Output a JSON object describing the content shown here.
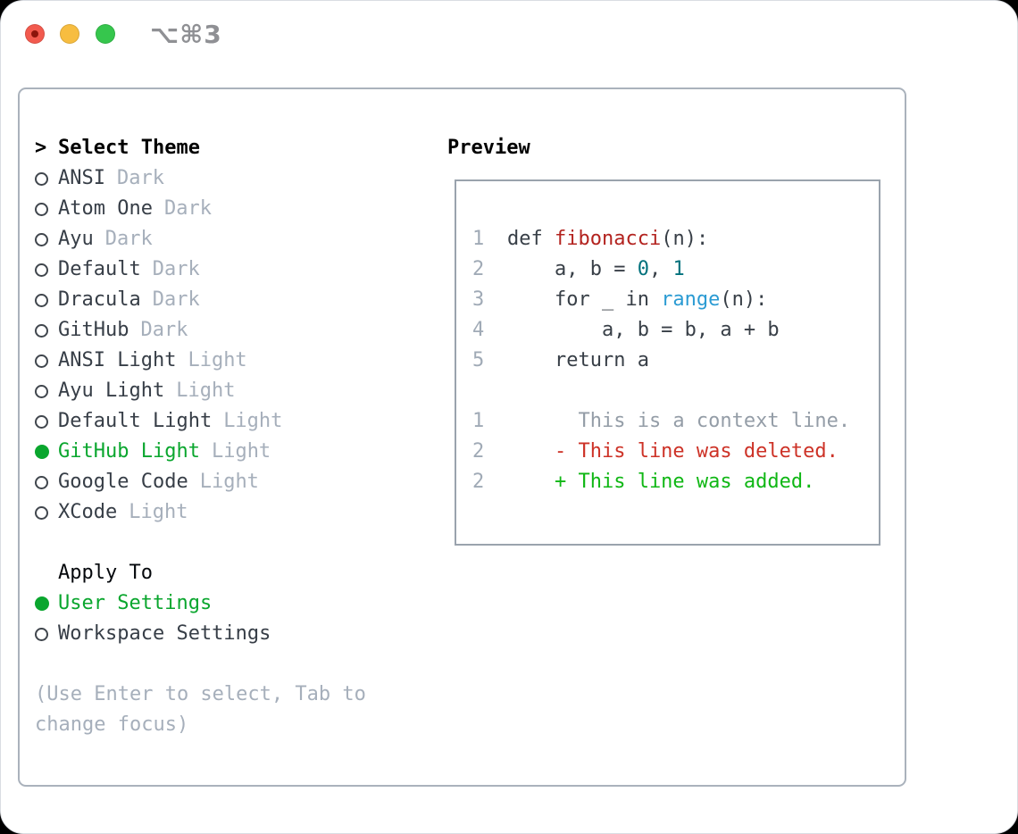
{
  "window": {
    "title": "⌥⌘3"
  },
  "left": {
    "marker": ">",
    "title": "Select Theme",
    "themes": [
      {
        "name": "ANSI",
        "variant": "Dark",
        "selected": false
      },
      {
        "name": "Atom One",
        "variant": "Dark",
        "selected": false
      },
      {
        "name": "Ayu",
        "variant": "Dark",
        "selected": false
      },
      {
        "name": "Default",
        "variant": "Dark",
        "selected": false
      },
      {
        "name": "Dracula",
        "variant": "Dark",
        "selected": false
      },
      {
        "name": "GitHub",
        "variant": "Dark",
        "selected": false
      },
      {
        "name": "ANSI Light",
        "variant": "Light",
        "selected": false
      },
      {
        "name": "Ayu Light",
        "variant": "Light",
        "selected": false
      },
      {
        "name": "Default Light",
        "variant": "Light",
        "selected": false
      },
      {
        "name": "GitHub Light",
        "variant": "Light",
        "selected": true
      },
      {
        "name": "Google Code",
        "variant": "Light",
        "selected": false
      },
      {
        "name": "XCode",
        "variant": "Light",
        "selected": false
      }
    ],
    "apply_title": "Apply To",
    "apply_options": [
      {
        "label": "User Settings",
        "selected": true
      },
      {
        "label": "Workspace Settings",
        "selected": false
      }
    ],
    "hint_line1": "(Use Enter to select, Tab to",
    "hint_line2": "change focus)"
  },
  "preview": {
    "title": "Preview",
    "lines": [
      {
        "num": "1",
        "tokens": [
          {
            "t": "def ",
            "c": "default"
          },
          {
            "t": "fibonacci",
            "c": "func"
          },
          {
            "t": "(n):",
            "c": "default"
          }
        ]
      },
      {
        "num": "2",
        "tokens": [
          {
            "t": "    a, b = ",
            "c": "default"
          },
          {
            "t": "0",
            "c": "num"
          },
          {
            "t": ", ",
            "c": "default"
          },
          {
            "t": "1",
            "c": "num"
          }
        ]
      },
      {
        "num": "3",
        "tokens": [
          {
            "t": "    for _ in ",
            "c": "default"
          },
          {
            "t": "range",
            "c": "builtin"
          },
          {
            "t": "(n):",
            "c": "default"
          }
        ]
      },
      {
        "num": "4",
        "tokens": [
          {
            "t": "        a, b = b, a + b",
            "c": "default"
          }
        ]
      },
      {
        "num": "5",
        "tokens": [
          {
            "t": "    return a",
            "c": "default"
          }
        ]
      },
      {
        "num": "",
        "tokens": []
      },
      {
        "num": "1",
        "tokens": [
          {
            "t": "      This is a context line.",
            "c": "context"
          }
        ]
      },
      {
        "num": "2",
        "tokens": [
          {
            "t": "    - This line was deleted.",
            "c": "del"
          }
        ]
      },
      {
        "num": "2",
        "tokens": [
          {
            "t": "    + This line was added.",
            "c": "add"
          }
        ]
      }
    ]
  },
  "colors": {
    "selection_green": "#0aa62e",
    "added_green": "#10b715",
    "deleted_red": "#cd3227",
    "function_red": "#b3231f",
    "number_teal": "#00717c",
    "builtin_blue": "#2b9bd3",
    "text_dark": "#373e47",
    "muted_gray": "#a6afbb",
    "line_number_gray": "#a0aab6",
    "panel_border_gray": "#aab2bc",
    "preview_border_gray": "#9aa3ad",
    "title_gray": "#8f9094",
    "traffic_red": "#f25a4e",
    "traffic_yellow": "#f7bd40",
    "traffic_green": "#36c64d"
  }
}
